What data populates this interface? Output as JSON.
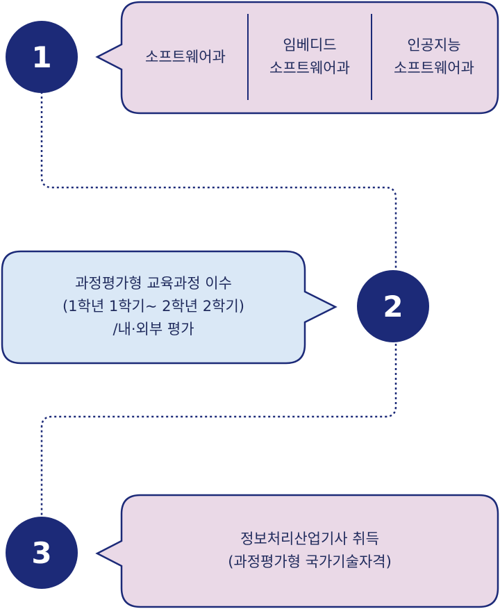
{
  "colors": {
    "circle": "#1c2a78",
    "pink_bubble": "#ead9e7",
    "blue_bubble": "#dae8f6",
    "border": "#1c2a78",
    "text": "#1f2a5c"
  },
  "steps": [
    {
      "number": "1",
      "departments": [
        [
          "소프트웨어과"
        ],
        [
          "임베디드",
          "소프트웨어과"
        ],
        [
          "인공지능",
          "소프트웨어과"
        ]
      ]
    },
    {
      "number": "2",
      "lines": [
        "과정평가형 교육과정 이수",
        "(1학년 1학기~ 2학년 2학기)",
        "/내·외부 평가"
      ]
    },
    {
      "number": "3",
      "lines": [
        "정보처리산업기사 취득",
        "(과정평가형 국가기술자격)"
      ]
    }
  ]
}
